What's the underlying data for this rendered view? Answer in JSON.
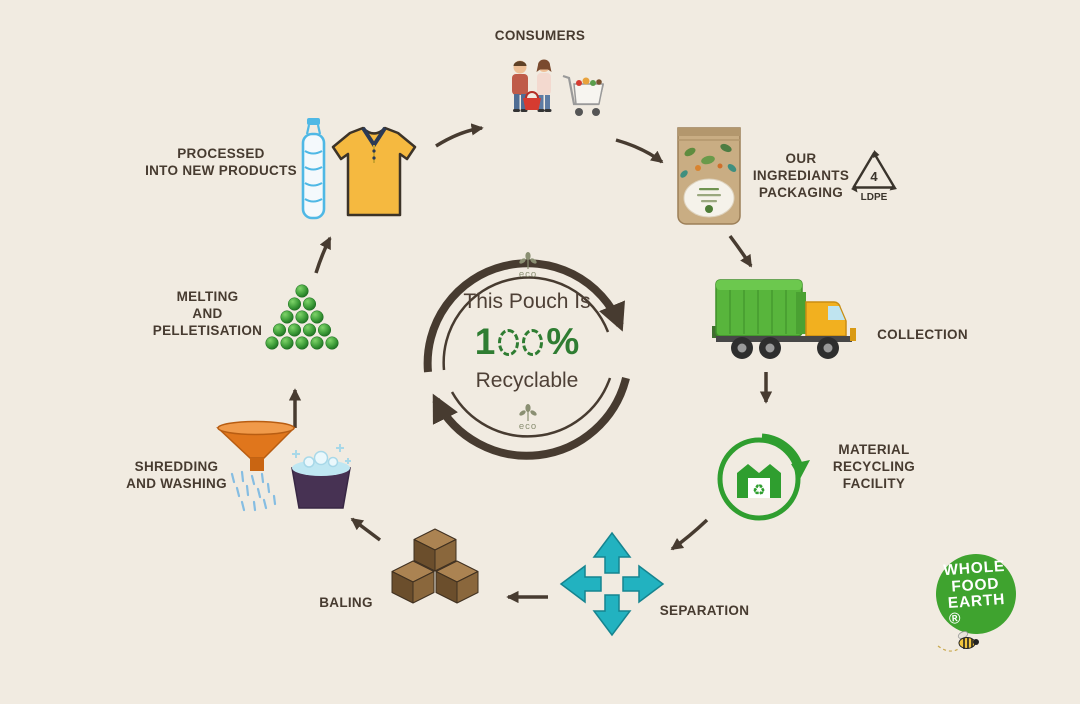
{
  "center": {
    "line1": "This Pouch Is",
    "percent": "100%",
    "one": "1",
    "percent_sign": "%",
    "line3": "Recyclable",
    "eco": "eco"
  },
  "stages": [
    {
      "id": "consumers",
      "label": "CONSUMERS"
    },
    {
      "id": "packaging",
      "label": "OUR INGREDIANTS\nPACKAGING"
    },
    {
      "id": "collection",
      "label": "COLLECTION"
    },
    {
      "id": "mrf",
      "label": "MATERIAL\nRECYCLING\nFACILITY"
    },
    {
      "id": "separation",
      "label": "SEPARATION"
    },
    {
      "id": "baling",
      "label": "BALING"
    },
    {
      "id": "shredding",
      "label": "SHREDDING\nAND WASHING"
    },
    {
      "id": "melting",
      "label": "MELTING\nAND\nPELLETISATION"
    },
    {
      "id": "processed",
      "label": "PROCESSED\nINTO NEW PRODUCTS"
    }
  ],
  "ldpe": {
    "number": "4",
    "code": "LDPE"
  },
  "logo": {
    "line1": "WHOLE",
    "line2": "FOOD",
    "line3": "EARTH",
    "registered": "®"
  },
  "icons": {
    "recycle_glyph": "♻",
    "names": [
      "consumers-icon",
      "pouch-icon",
      "ldpe-recycling-icon",
      "garbage-truck-icon",
      "recycling-facility-icon",
      "separation-arrows-icon",
      "bales-icon",
      "shredding-washing-icon",
      "pellets-icon",
      "bottle-shirt-icon",
      "eco-leaf-icon",
      "bee-icon",
      "cycle-arrows-icon"
    ]
  },
  "colors": {
    "background": "#f1ebe1",
    "label": "#473b30",
    "arrow": "#473b30",
    "green": "#2f7d32",
    "facility_green": "#2f9e2f",
    "logo_green": "#3fa32f",
    "teal": "#22b2c0",
    "truck_green": "#58b53c",
    "cab_yellow": "#f2b01f"
  }
}
